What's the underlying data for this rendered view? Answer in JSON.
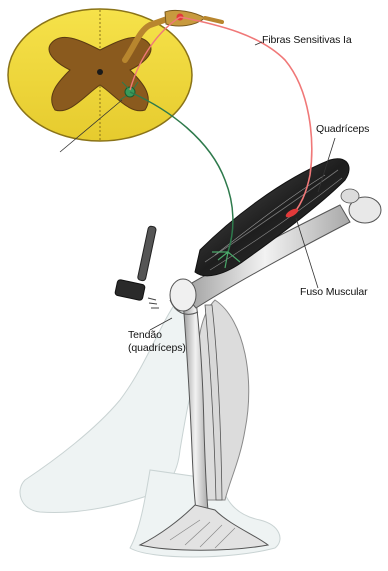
{
  "labels": {
    "fibras": "Fibras Sensitivas Ia",
    "quadriceps": "Quadríceps",
    "fuso": "Fuso Muscular",
    "tendao_line1": "Tendão",
    "tendao_line2": "(quadríceps)"
  },
  "colors": {
    "spinal_cord_yellow": "#f2dc3c",
    "gray_matter_brown": "#8a5a1e",
    "sensory_fiber_red": "#f07878",
    "motor_fiber_green": "#2e7a4c",
    "muscle_dark": "#2a2a2a",
    "bone_light": "#e4e4e4",
    "skin_pale": "#eef3f3"
  },
  "icons": {
    "hammer": "reflex-hammer-icon"
  }
}
